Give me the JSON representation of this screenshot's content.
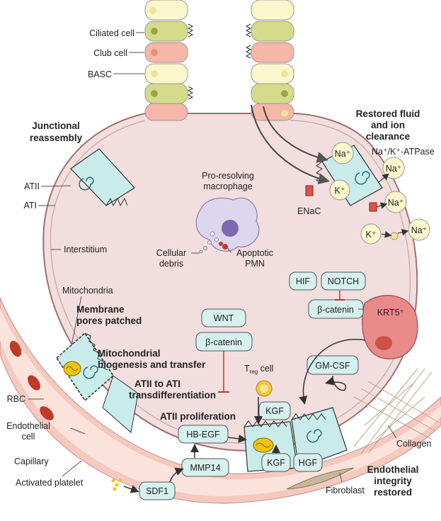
{
  "colors": {
    "alveolus_fill": "#f2dede",
    "cell_outline": "#a07070",
    "capillary_red": "#f0b8b0",
    "atii_cyan": "#c9ecea",
    "factor_box": "#d6f0ee",
    "ion_bubble": "#fbf6cc",
    "krt5": "#e8898a",
    "ciliated": "#d4dc8c",
    "club": "#f4b7a8",
    "basc": "#fbf6cc",
    "rbc": "#c0392b",
    "inhibit": "#c0392b"
  },
  "left_labels": {
    "ciliated_cell": "Ciliated cell",
    "club_cell": "Club cell",
    "basc": "BASC",
    "atii": "ATII",
    "ati": "ATI",
    "interstitium": "Interstitium",
    "mitochondria": "Mitochondria",
    "rbc": "RBC",
    "endothelial_cell_1": "Endothelial",
    "endothelial_cell_2": "cell",
    "capillary": "Capillary",
    "activated_platelet": "Activated platelet"
  },
  "headings": {
    "junctional_reassembly_1": "Junctional",
    "junctional_reassembly_2": "reassembly",
    "restored_fluid_1": "Restored fluid",
    "restored_fluid_2": "and ion",
    "restored_fluid_3": "clearance",
    "membrane_pores_1": "Membrane",
    "membrane_pores_2": "pores patched",
    "mito_biogenesis_1": "Mitochondrial",
    "mito_biogenesis_2": "biogenesis and transfer",
    "atii_to_ati_1": "ATII to ATI",
    "atii_to_ati_2": "transdifferentiation",
    "atii_proliferation": "ATII proliferation",
    "endothelial_integrity_1": "Endothelial",
    "endothelial_integrity_2": "integrity",
    "endothelial_integrity_3": "restored"
  },
  "macrophage": {
    "title_1": "Pro-resolving",
    "title_2": "macrophage",
    "debris_1": "Cellular",
    "debris_2": "debris",
    "pmn_1": "Apoptotic",
    "pmn_2": "PMN"
  },
  "ions": {
    "na": "Na⁺",
    "k": "K⁺",
    "enac": "ENaC",
    "atpase": "Na⁺/K⁺-ATPase"
  },
  "factors": {
    "wnt": "WNT",
    "beta_catenin": "β-catenin",
    "hif": "HIF",
    "notch": "NOTCH",
    "beta_catenin_2": "β-catenin",
    "krt5": "KRT5⁺",
    "gm_csf": "GM-CSF",
    "treg_t": "T",
    "treg_sub": "reg",
    "treg_cell": " cell",
    "kgf_top": "KGF",
    "hb_egf": "HB-EGF",
    "kgf_bottom": "KGF",
    "hgf": "HGF",
    "mmp14": "MMP14",
    "sdf1": "SDF1"
  },
  "right_labels": {
    "collagen": "Collagen",
    "fibroblast": "Fibroblast"
  }
}
